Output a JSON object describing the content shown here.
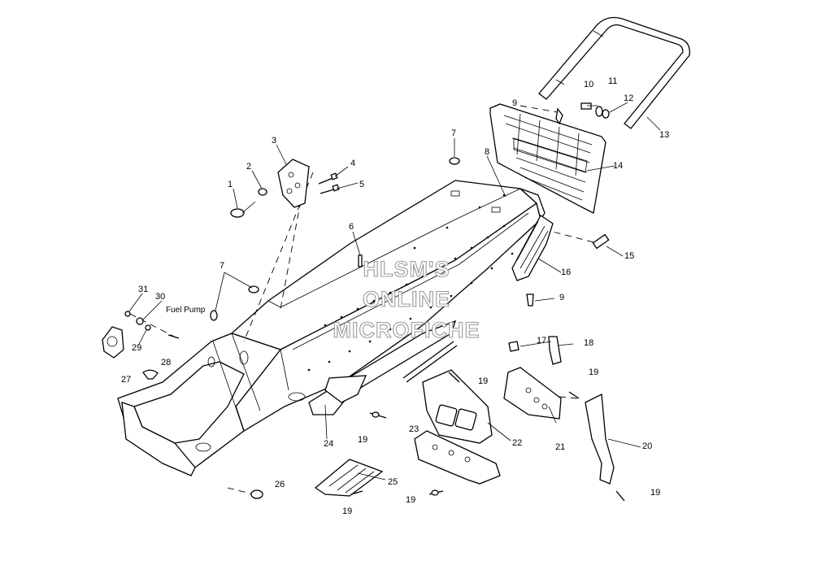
{
  "callouts": {
    "c1": "1",
    "c2": "2",
    "c3": "3",
    "c4": "4",
    "c5": "5",
    "c6": "6",
    "c7a": "7",
    "c7b": "7",
    "c8": "8",
    "c9a": "9",
    "c9b": "9",
    "c10": "10",
    "c11": "11",
    "c12": "12",
    "c13": "13",
    "c14": "14",
    "c15": "15",
    "c16": "16",
    "c17": "17",
    "c18": "18",
    "c19a": "19",
    "c19b": "19",
    "c19c": "19",
    "c19d": "19",
    "c19e": "19",
    "c19f": "19",
    "c20": "20",
    "c21": "21",
    "c22": "22",
    "c23": "23",
    "c24": "24",
    "c25": "25",
    "c26": "26",
    "c27": "27",
    "c28": "28",
    "c29": "29",
    "c30": "30",
    "c31": "31"
  },
  "notes": {
    "fuel_pump": "Fuel Pump"
  },
  "watermark": {
    "line1": "HLSM'S",
    "line2": "ONLINE",
    "line3": "MICROFICHE"
  }
}
